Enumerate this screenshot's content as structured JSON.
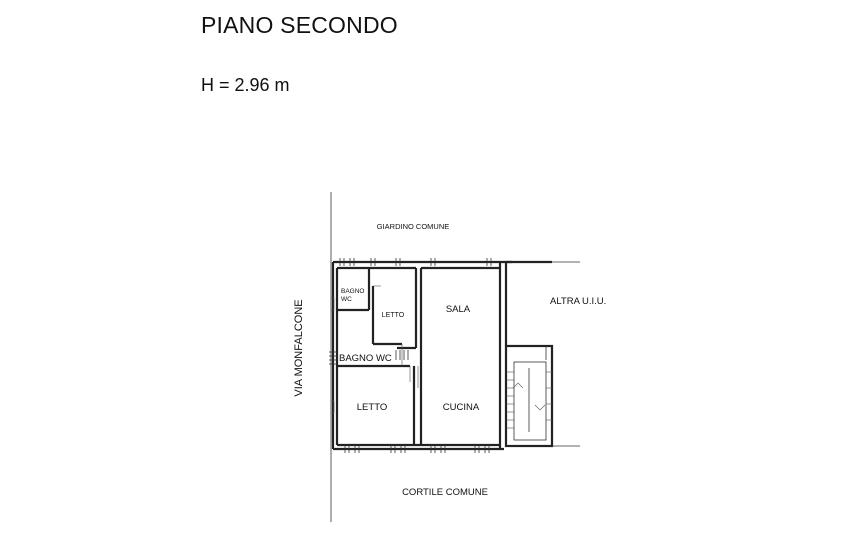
{
  "header": {
    "title": "PIANO SECONDO",
    "height": "H = 2.96 m"
  },
  "labels": {
    "north": "GIARDINO COMUNE",
    "south": "CORTILE COMUNE",
    "street": "VIA MONFALCONE",
    "other_unit": "ALTRA U.I.U."
  },
  "rooms": {
    "bagno_small_line1": "BAGNO",
    "bagno_small_line2": "WC",
    "letto_small": "LETTO",
    "sala": "SALA",
    "bagno_wc": "BAGNO WC",
    "letto_big": "LETTO",
    "cucina": "CUCINA"
  }
}
